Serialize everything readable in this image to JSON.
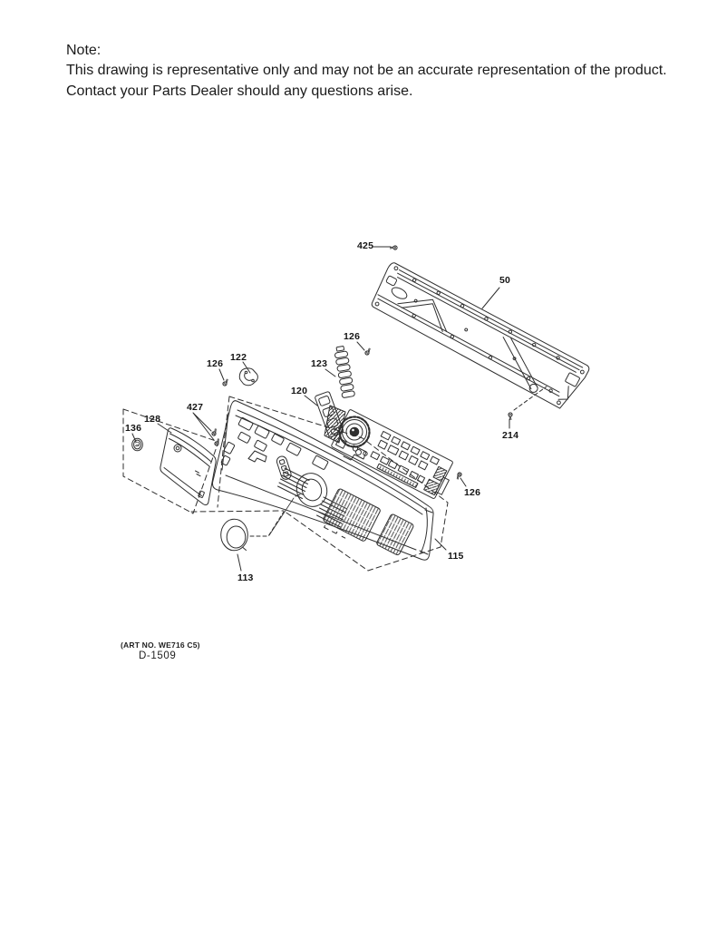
{
  "note": {
    "title": "Note:",
    "line1": "This drawing is representative only and may not be an accurate representation of the product.",
    "line2": "Contact your Parts Dealer should any questions arise."
  },
  "callouts": {
    "c425": "425",
    "c50": "50",
    "c126_top": "126",
    "c122": "122",
    "c126_left": "126",
    "c123": "123",
    "c120": "120",
    "c427": "427",
    "c128": "128",
    "c136": "136",
    "c214": "214",
    "c126_board": "126",
    "c115": "115",
    "c113": "113"
  },
  "footer": {
    "art_no": "(ART NO. WE716 C5)",
    "drawing_no": "D-1509"
  }
}
